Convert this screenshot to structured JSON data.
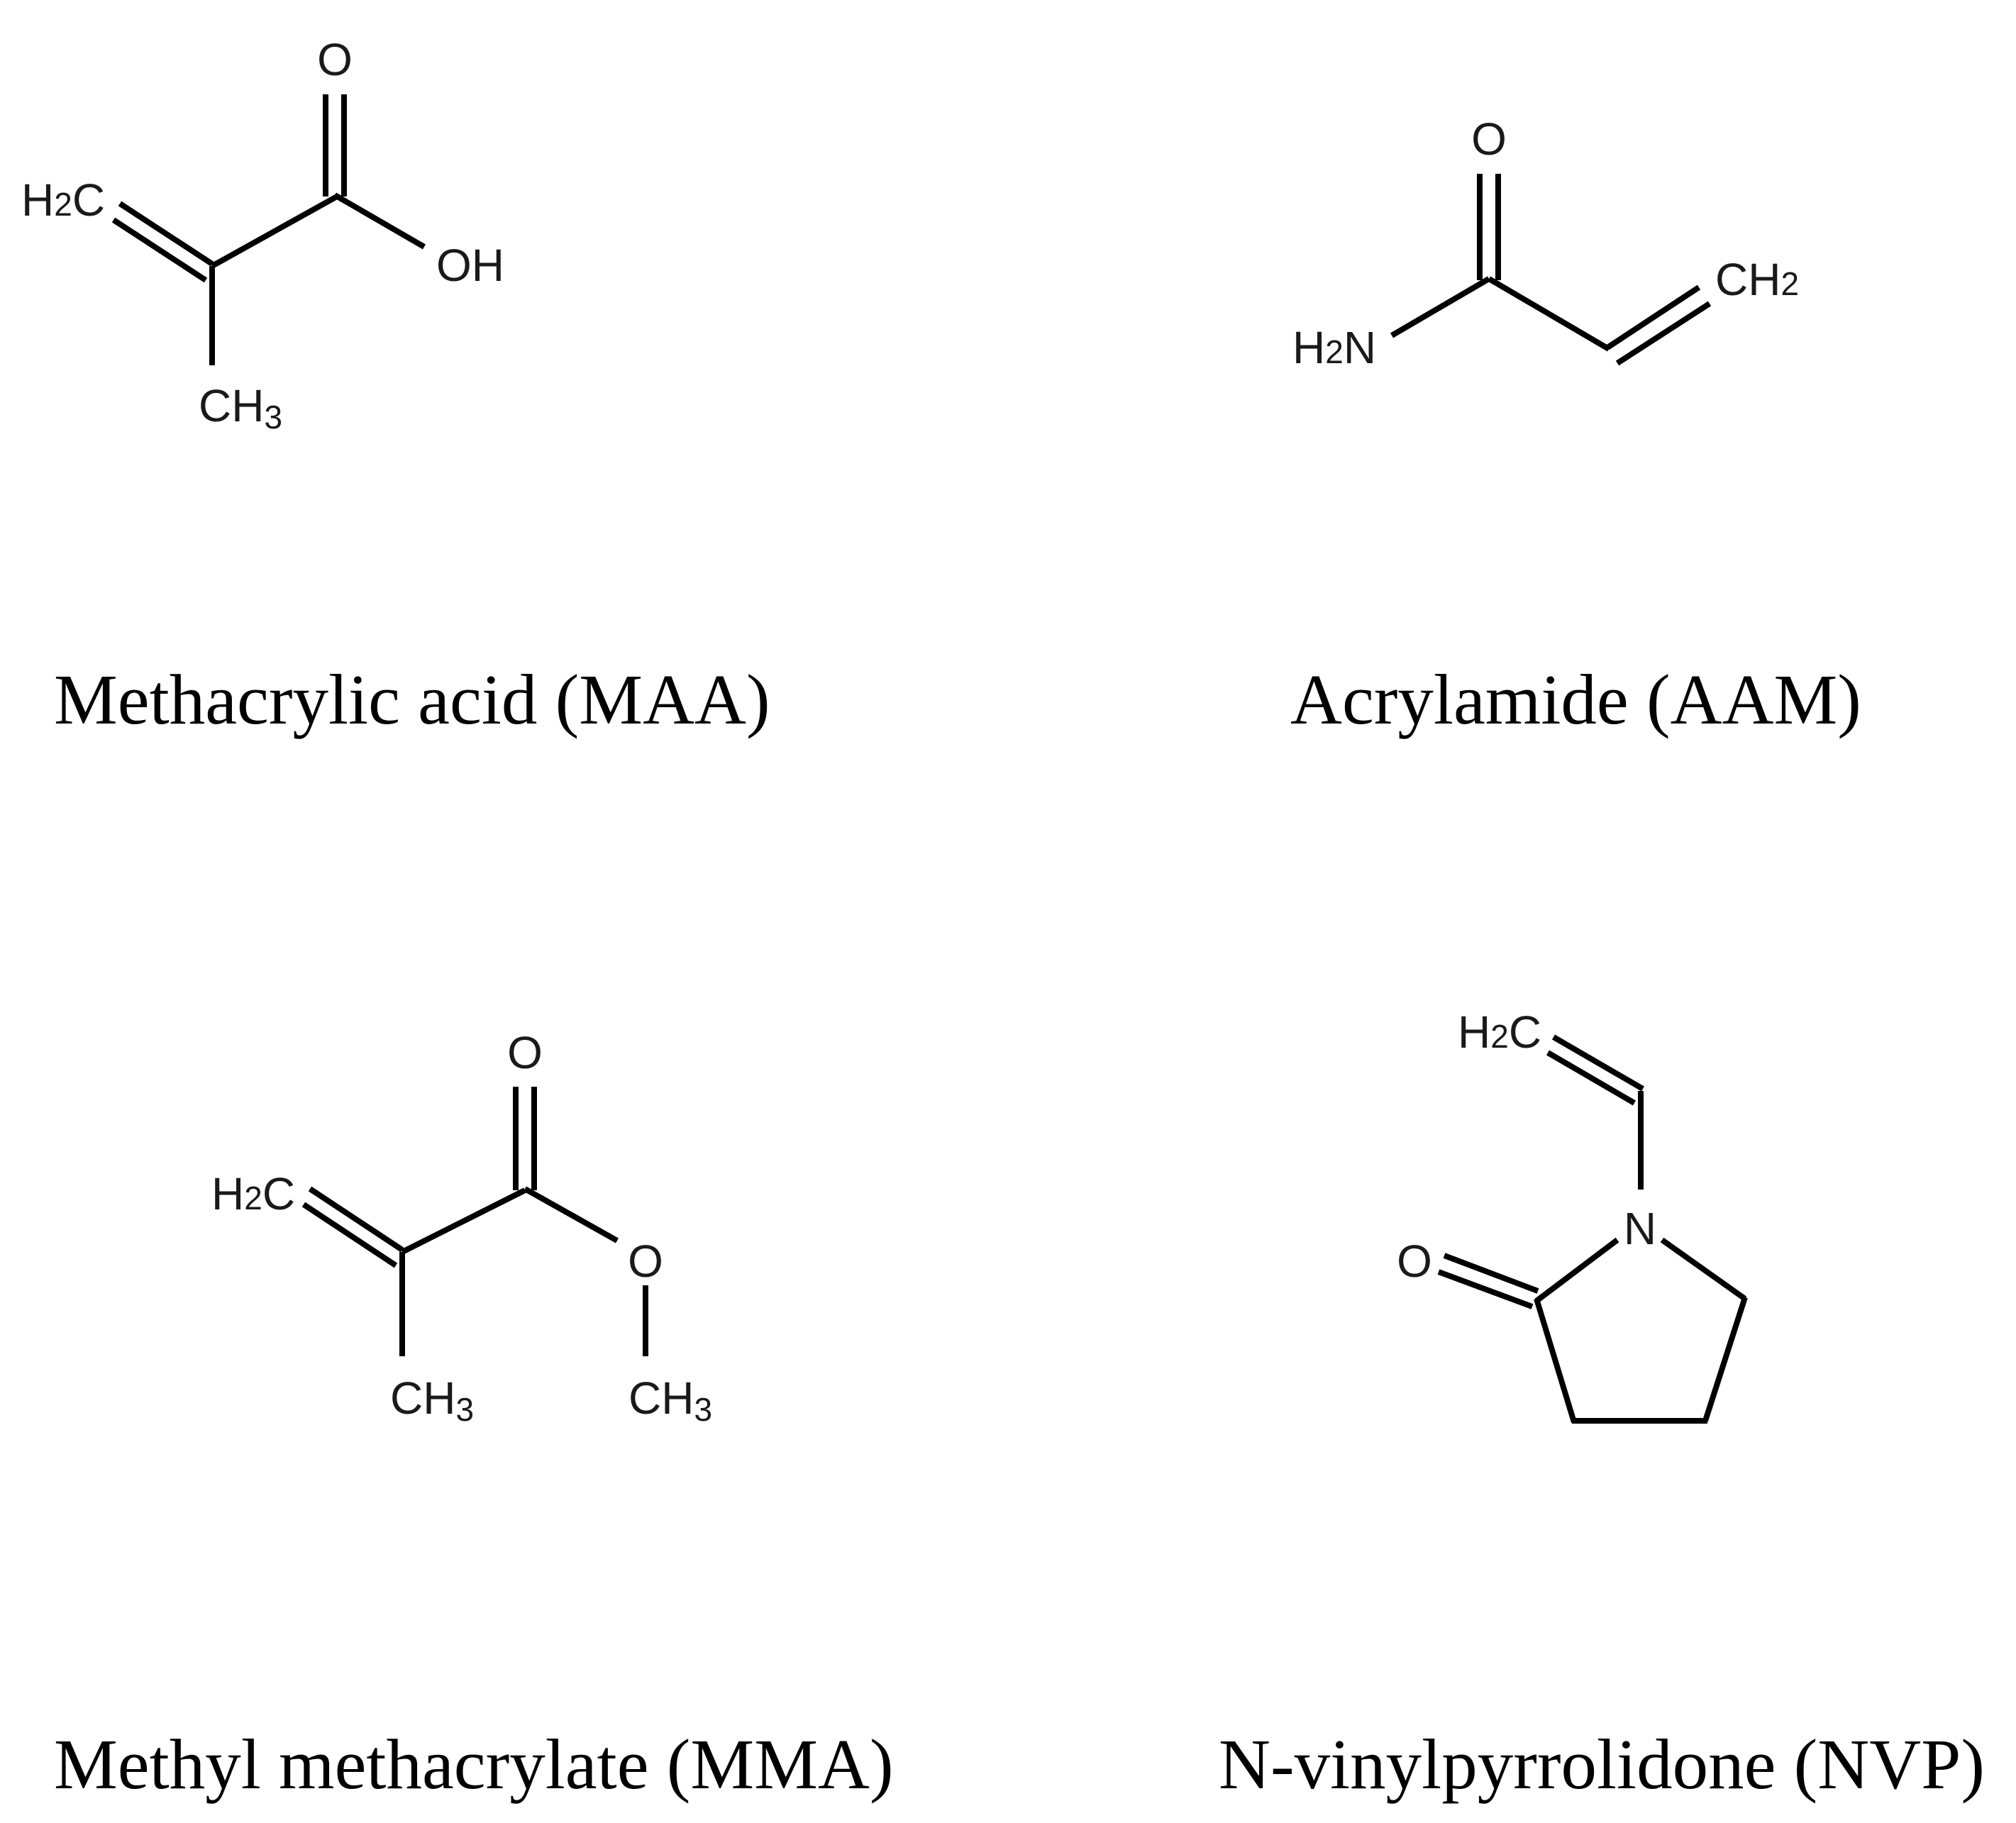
{
  "figure": {
    "molecules": [
      {
        "id": "maa",
        "name": "Methacrylic acid (MAA)",
        "atoms": {
          "carbonyl_o": "O",
          "hydroxyl": {
            "main": "OH"
          },
          "methylene": {
            "h": "H",
            "sub": "2",
            "c": "C"
          },
          "methyl": {
            "c": "CH",
            "sub": "3"
          }
        }
      },
      {
        "id": "aam",
        "name": "Acrylamide (AAM)",
        "atoms": {
          "carbonyl_o": "O",
          "amine": {
            "h": "H",
            "sub": "2",
            "n": "N"
          },
          "methylene": {
            "c": "CH",
            "sub": "2"
          }
        }
      },
      {
        "id": "mma",
        "name": "Methyl methacrylate (MMA)",
        "atoms": {
          "carbonyl_o": "O",
          "ester_o": "O",
          "methylene": {
            "h": "H",
            "sub": "2",
            "c": "C"
          },
          "methyl": {
            "c": "CH",
            "sub": "3"
          },
          "methoxy_methyl": {
            "c": "CH",
            "sub": "3"
          }
        }
      },
      {
        "id": "nvp",
        "name": "N-vinylpyrrolidone (NVP)",
        "atoms": {
          "vinyl_methylene": {
            "h": "H",
            "sub": "2",
            "c": "C"
          },
          "ring_n": "N",
          "carbonyl_o": "O"
        }
      }
    ]
  }
}
